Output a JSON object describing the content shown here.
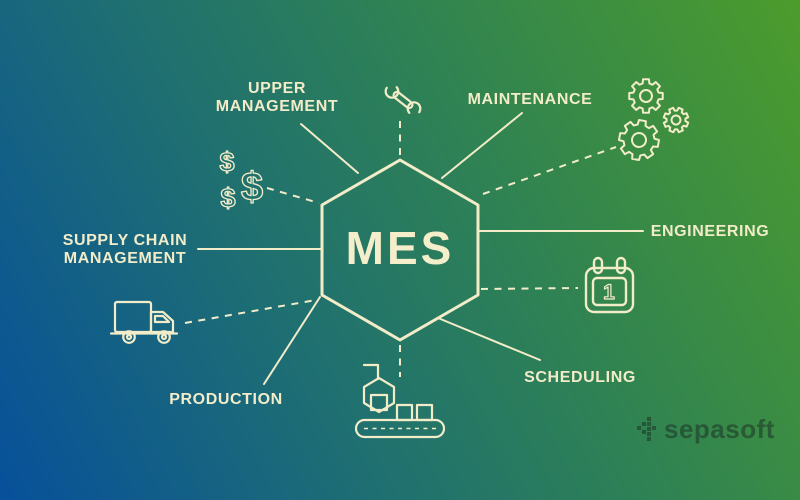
{
  "diagram": {
    "center_label": "MES",
    "nodes": {
      "upper_management": {
        "line1": "UPPER",
        "line2": "MANAGEMENT",
        "icon": "wrench-icon"
      },
      "maintenance": {
        "label": "MAINTENANCE",
        "icon": "gears-icon"
      },
      "engineering": {
        "label": "ENGINEERING",
        "icon": "calendar-icon"
      },
      "scheduling": {
        "label": "SCHEDULING",
        "icon": "conveyor-icon"
      },
      "production": {
        "label": "PRODUCTION",
        "icon": "truck-icon"
      },
      "supply_chain": {
        "line1": "SUPPLY CHAIN",
        "line2": "MANAGEMENT",
        "icon": "dollar-signs-icon"
      }
    },
    "glyphs": {
      "calendar_day": "1",
      "dollar": "$"
    }
  },
  "branding": {
    "logo_text": "sepasoft"
  },
  "colors": {
    "background_bottom_left": "#07509b",
    "background_top_right": "#4c9c2c",
    "line_cream": "#f2ecc9",
    "logo_gray": "#33473d"
  }
}
